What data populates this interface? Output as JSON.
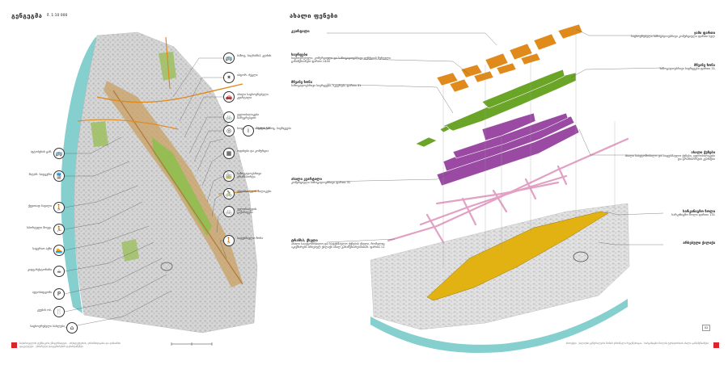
{
  "left": {
    "title": "გენგეგმა",
    "scale": "მ. 1:10 000",
    "legend_right": [
      {
        "icon": "bus-icon",
        "glyph": "🚌",
        "text": "საზოგ. სატრანსპ. კვანძი"
      },
      {
        "icon": "sparkle-icon",
        "glyph": "✶",
        "text": "ისტორ. ძეგლი"
      },
      {
        "icon": "car-icon",
        "glyph": "🚗",
        "text": "ახალი საცხოვრებელი კვარტალი"
      },
      {
        "icon": "bike-icon",
        "glyph": "🚲",
        "text": "ველობილიკები სარეკრეაციო"
      },
      {
        "icon": "rings-icon",
        "glyph": "◎",
        "text": "სოციალური ინფრასტრ."
      },
      {
        "icon": "info-icon",
        "glyph": "i",
        "text": "ახალი საზოგ. სივრცეები"
      },
      {
        "icon": "building-icon",
        "glyph": "▦",
        "text": "ოფისები და კომერცია"
      },
      {
        "icon": "tram-icon",
        "glyph": "🚋",
        "text": "საზოგადოებრივი ტრანსპორტი"
      },
      {
        "icon": "cyclist-icon",
        "glyph": "🚴",
        "text": "ველოსიპედის ბილიკები"
      },
      {
        "icon": "bike2-icon",
        "glyph": "🚲",
        "text": "ველოსიპედის გაქირავება"
      },
      {
        "icon": "walk-icon",
        "glyph": "🚶",
        "text": "საფეხმავლო ზონა"
      }
    ],
    "legend_left": [
      {
        "icon": "bus-stop-icon",
        "glyph": "🚌",
        "text": "ავტობუსის გაჩ."
      },
      {
        "icon": "train-icon",
        "glyph": "🚆",
        "text": "მატარ. სადგური"
      },
      {
        "icon": "pedestrian-icon",
        "glyph": "🚶",
        "text": "ქვეითად სავალი"
      },
      {
        "icon": "running-icon",
        "glyph": "🏃",
        "text": "სპორტული მოედ."
      },
      {
        "icon": "swimming-icon",
        "glyph": "🏊",
        "text": "საცურაო აუზი"
      },
      {
        "icon": "cafe-icon",
        "glyph": "☕",
        "text": "კაფე-რესტორანი"
      },
      {
        "icon": "parking-icon",
        "glyph": "P",
        "text": "ავტოსადგომი"
      },
      {
        "icon": "restaurant-icon",
        "glyph": "🍴",
        "text": "კვების ობ."
      },
      {
        "icon": "housing-icon",
        "glyph": "⌂",
        "text": "საცხოვრებელი სახლები"
      }
    ],
    "footer": "საქართველოს ტექნიკური უნივერსიტეტი · არქიტექტურის, ურბანისტიკისა და დიზაინის ფაკულტეტი · ურბანული დაგეგმარების დეპარტამენტი"
  },
  "right": {
    "title": "ახალი ფენები",
    "left_labels": [
      {
        "tag": "კვარტალი",
        "text": ""
      },
      {
        "tag": "სივრცები",
        "text": "საცხოვრებელი, კომერციული და საზოგადოებრივი ფუნქციის შერეული განაშენიანება ფართი 1440"
      },
      {
        "tag": "მწვანე ზონა",
        "text": "საზოგადოებრივი სივრცეები, სკვერები ფართი 31"
      },
      {
        "tag": "ახალი კვარტალი",
        "text": "კომერციული საზოგადოებრივი ფართი 31"
      },
      {
        "tag": "ტრანსპ. ქსელი",
        "text": "ახალი საავტომობილო და საფეხმავლო ქუჩების ქსელი, რომელიც აკავშირებს არსებულ ქალაქს ახალ განაშენიანებასთან. ფართი 11"
      }
    ],
    "right_labels": [
      {
        "tag": "ჯამი ფართი",
        "text": "საცხოვრებელი საზოგადოებრივი კომერციული ფართი სულ"
      },
      {
        "tag": "მწვანე ზონა",
        "text": "საზოგადოებრივი სივრცეები ფართი 31"
      },
      {
        "tag": "ახალი ქუჩები",
        "text": "ახალი საავტომობილო და საფეხმავლო ქუჩები, ველობილიკები და ტრანსპორტის კვანძები"
      },
      {
        "tag": "სარკინიგზო ზოლი",
        "text": "სარკინიგზო ზოლი ფართი 131"
      },
      {
        "tag": "არსებული ქალაქი",
        "text": ""
      }
    ],
    "footer": "პროექტი · ქალაქის ცენტრალური ზონის ურბანული რეგენერაცია · სარკინიგზო ზოლის ტერიტორიის ახალი განაშენიანება",
    "page_badge": "02"
  },
  "colors": {
    "orange": "#e08a1c",
    "green": "#6aa528",
    "purple": "#9a4aa3",
    "pink": "#e2a0c4",
    "yellow": "#e2b213",
    "river": "#86cfcf",
    "base": "#dcdcdc",
    "accent_red": "#d8262b"
  }
}
